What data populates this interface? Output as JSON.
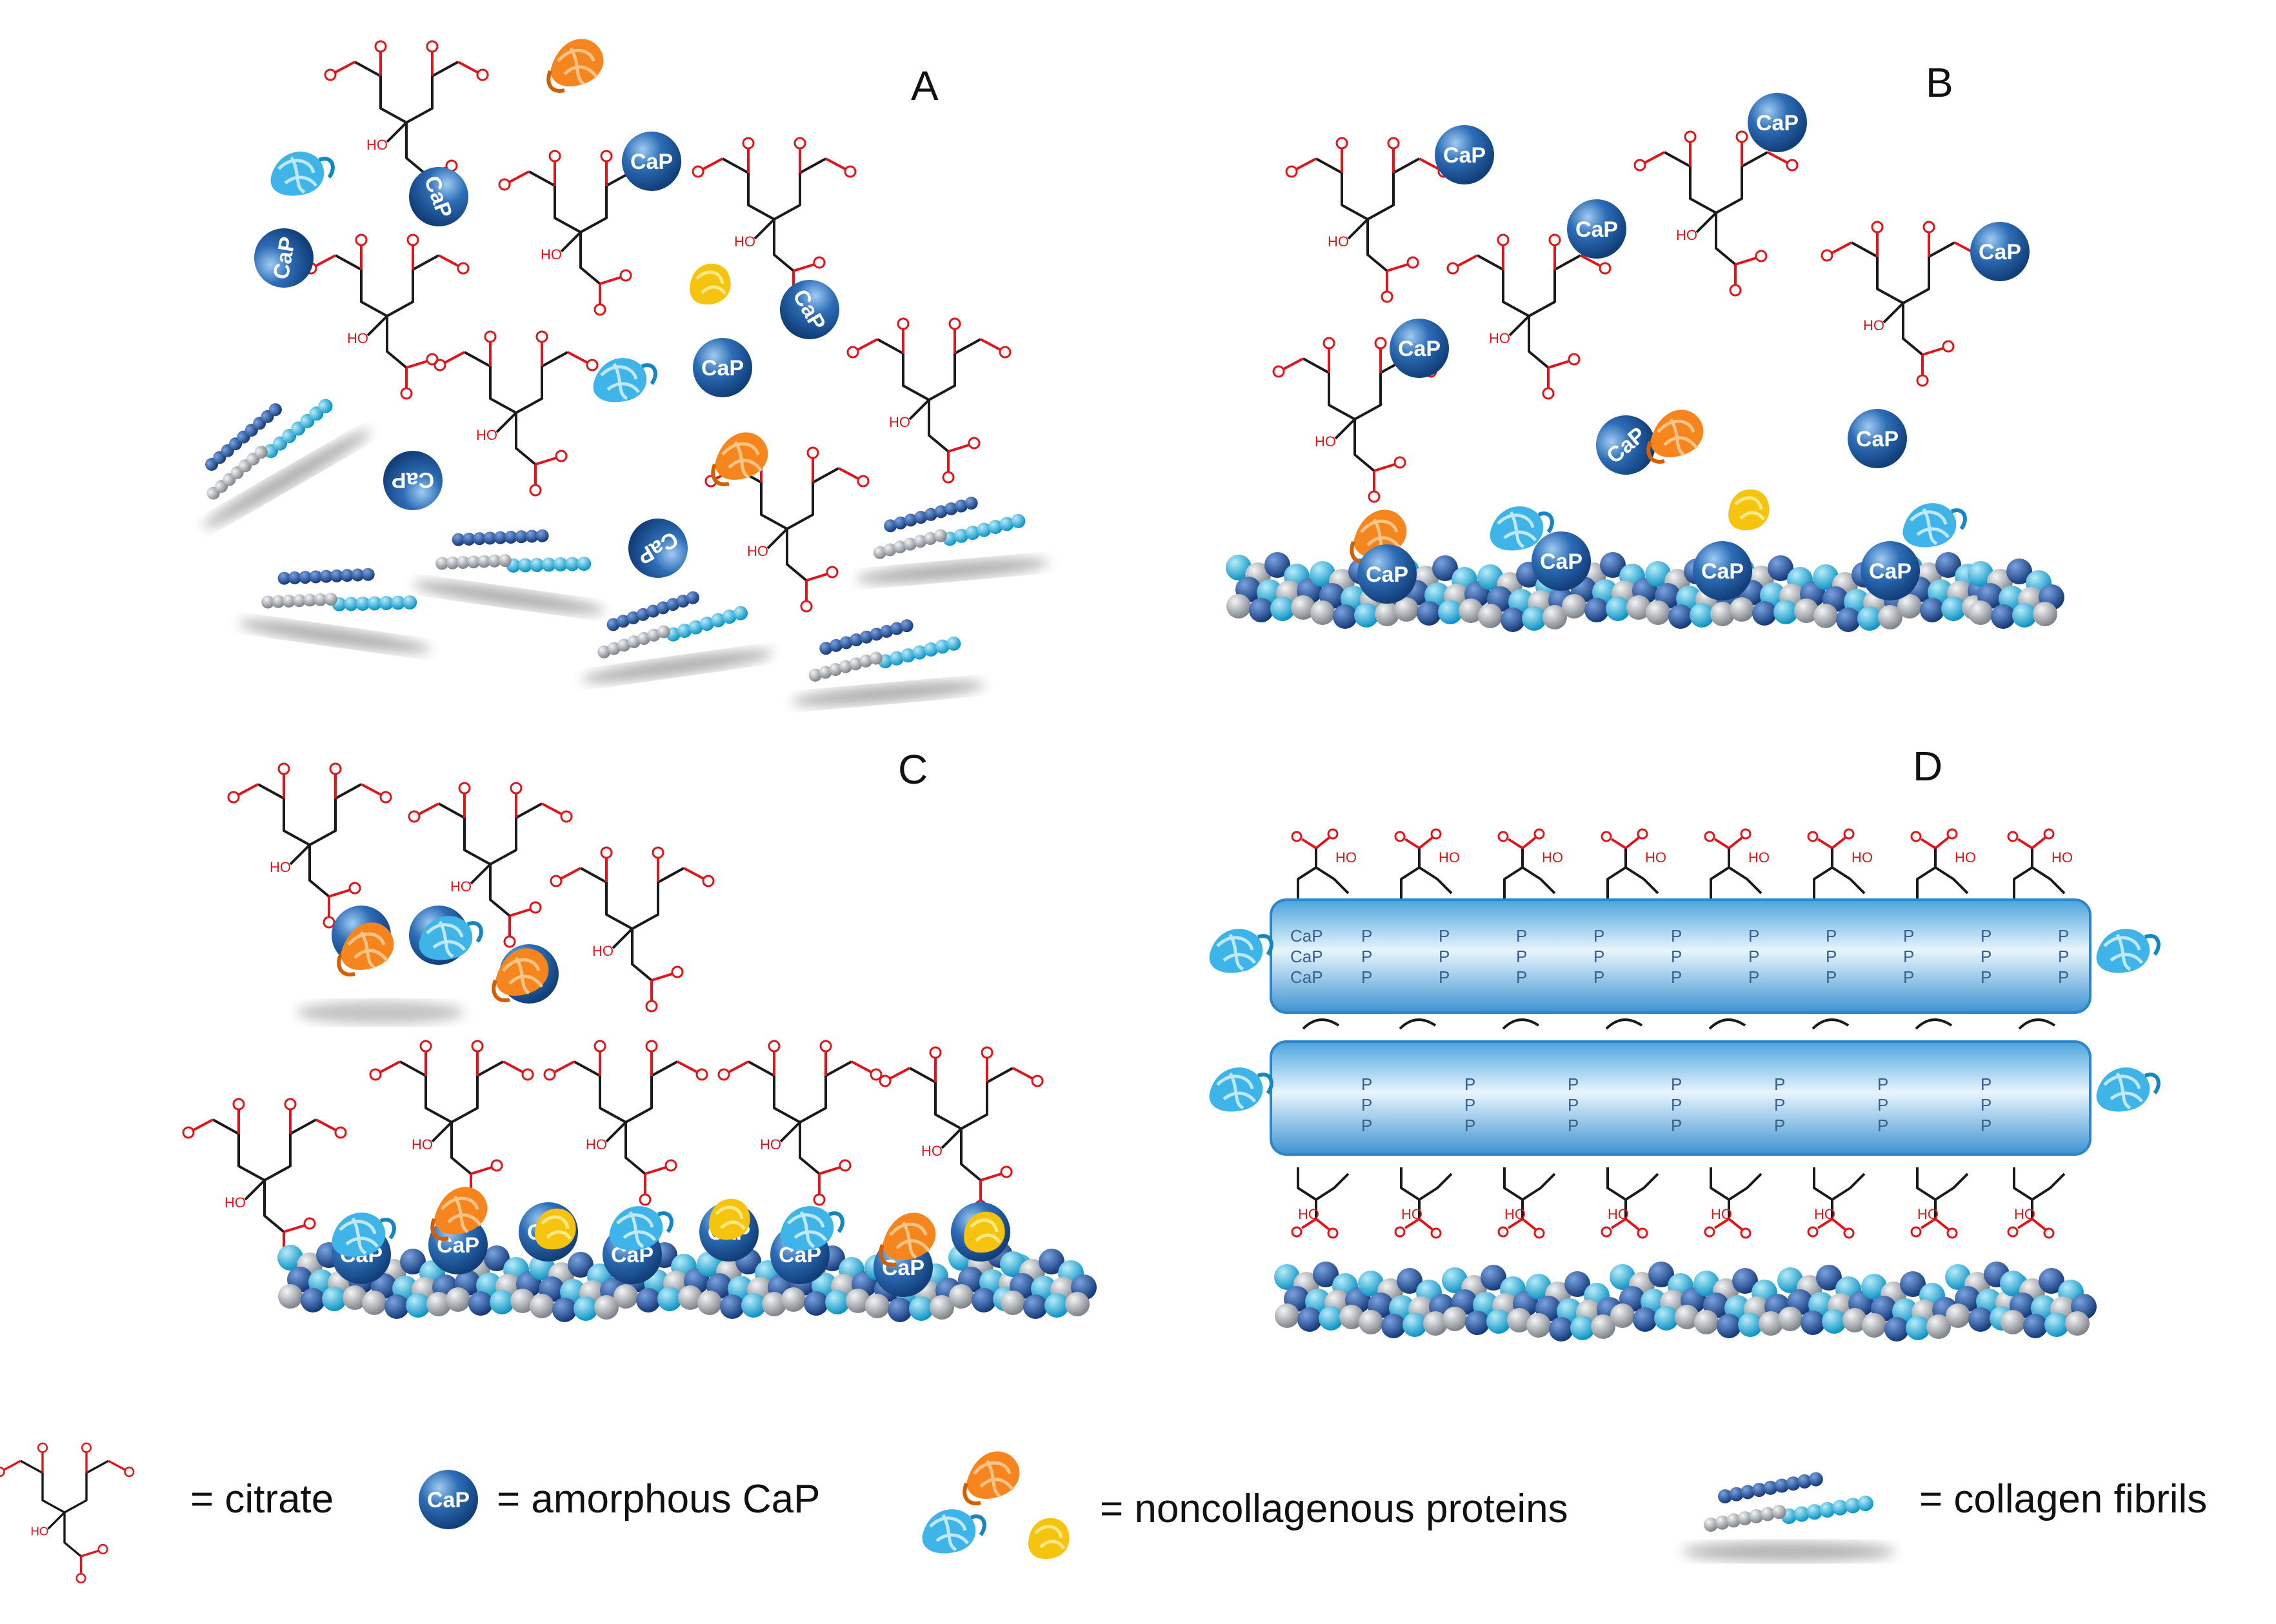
{
  "panels": [
    {
      "id": "A",
      "label": "A"
    },
    {
      "id": "B",
      "label": "B"
    },
    {
      "id": "C",
      "label": "C"
    },
    {
      "id": "D",
      "label": "D"
    }
  ],
  "cap_label": "CaP",
  "rod_rows": [
    "CaP",
    "CaP",
    "CaP"
  ],
  "rod_fragment": "P",
  "legend": [
    {
      "icon": "citrate-molecule-icon",
      "text": "= citrate"
    },
    {
      "icon": "cap-sphere-icon",
      "text": "= amorphous CaP"
    },
    {
      "icon": "noncollagenous-protein-icon",
      "text": "= noncollagenous proteins"
    },
    {
      "icon": "collagen-fibril-icon",
      "text": "= collagen fibrils"
    }
  ],
  "colors": {
    "cap_sphere": "#2d6db6",
    "protein_orange": "#f7851e",
    "protein_blue": "#3fb4e8",
    "protein_yellow": "#f6c40f",
    "collagen_dark": "#1d4f9e",
    "collagen_cyan": "#20b8e6",
    "collagen_grey": "#a8adb3",
    "oxygen": "#e0151b",
    "bond": "#1a1a1a"
  }
}
